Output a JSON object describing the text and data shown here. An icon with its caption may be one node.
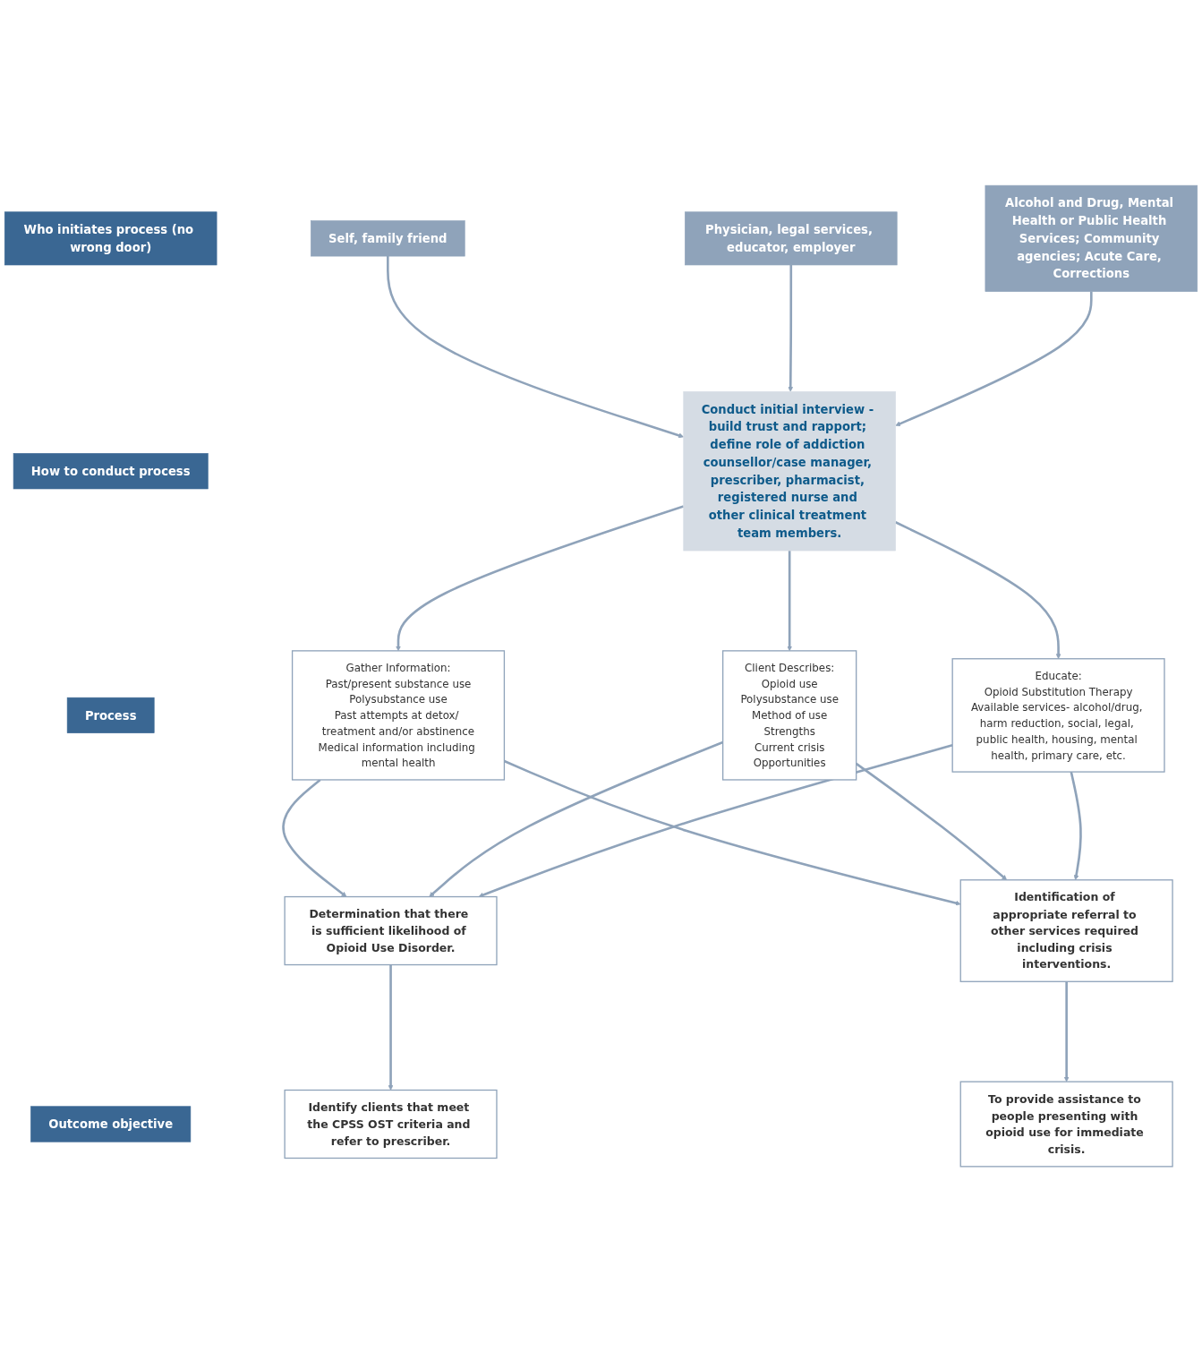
{
  "diagram": {
    "nodes": [
      {
        "text": [
          "Who initiates process (no wrong door)"
        ]
      },
      {
        "text": [
          "Self, family friend"
        ]
      },
      {
        "text": [
          "Physician, legal services, educator, employer"
        ]
      },
      {
        "text": [
          "Alcohol and Drug, Mental Health or Public Health Services; Community agencies; Acute Care, Corrections"
        ]
      },
      {
        "text": [
          "How to conduct process"
        ]
      },
      {
        "text": [
          "Conduct initial interview - build trust and rapport; define role of addiction counsellor/case manager, prescriber, pharmacist, registered nurse and other clinical treatment team members."
        ]
      },
      {
        "text": [
          "Process"
        ]
      },
      {
        "text": [
          "Gather Information:",
          "Past/present substance use",
          "Polysubstance use",
          "Past attempts at detox/ treatment and/or abstinence",
          "Medical information including mental health"
        ]
      },
      {
        "text": [
          "Client Describes:",
          "Opioid use",
          "Polysubstance use",
          "Method of use",
          "Strengths",
          "Current crisis",
          "Opportunities"
        ]
      },
      {
        "text": [
          "Educate:",
          "Opioid Substitution Therapy",
          "Available services- alcohol/drug, harm reduction, social, legal, public health, housing, mental health, primary care, etc."
        ]
      },
      {
        "text": [
          "Determination that there is sufficient likelihood of Opioid Use Disorder."
        ]
      },
      {
        "text": [
          "Identification of appropriate referral to other services required including crisis interventions."
        ]
      },
      {
        "text": [
          "Outcome objective"
        ]
      },
      {
        "text": [
          "Identify clients that meet the CPSS OST criteria and refer to prescriber."
        ]
      },
      {
        "text": [
          "To provide assistance to people presenting with opioid use for immediate crisis."
        ]
      }
    ],
    "edges": [
      {
        "from": 1,
        "to": 5,
        "arrow": "to"
      },
      {
        "from": 2,
        "to": 5,
        "arrow": "to"
      },
      {
        "from": 3,
        "to": 5,
        "arrow": "to"
      },
      {
        "from": 5,
        "to": 7,
        "arrow": "to"
      },
      {
        "from": 5,
        "to": 8,
        "arrow": "to"
      },
      {
        "from": 5,
        "to": 9,
        "arrow": "to"
      },
      {
        "from": 7,
        "to": 10,
        "arrow": "to"
      },
      {
        "from": 8,
        "to": 10,
        "arrow": "to"
      },
      {
        "from": 9,
        "to": 10,
        "arrow": "to"
      },
      {
        "from": 7,
        "to": 11,
        "arrow": "to"
      },
      {
        "from": 8,
        "to": 11,
        "arrow": "to"
      },
      {
        "from": 9,
        "to": 11,
        "arrow": "to"
      },
      {
        "from": 10,
        "to": 13,
        "arrow": "to"
      },
      {
        "from": 11,
        "to": 14,
        "arrow": "to"
      }
    ]
  }
}
